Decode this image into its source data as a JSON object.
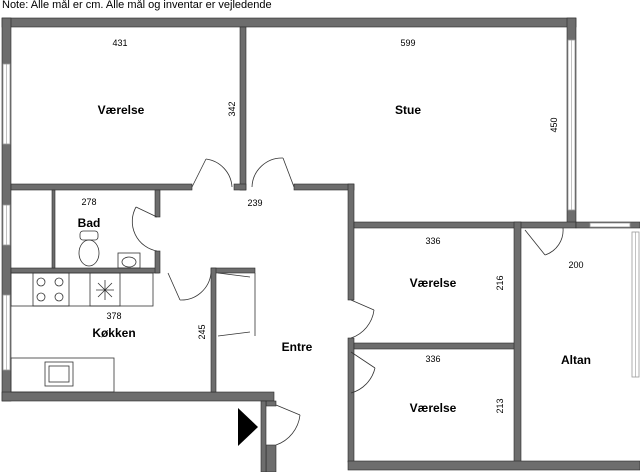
{
  "note": "Note: Alle mål er cm. Alle mål og inventar er vejledende",
  "rooms": {
    "vaerelse_top": "Værelse",
    "stue": "Stue",
    "bad": "Bad",
    "kokken": "Køkken",
    "entre": "Entre",
    "vaerelse_mid": "Værelse",
    "vaerelse_bottom": "Værelse",
    "altan": "Altan"
  },
  "dimensions": {
    "vaerelse_top_width": "431",
    "vaerelse_top_depth": "342",
    "stue_width": "599",
    "stue_depth": "450",
    "bad_width": "278",
    "hall_width": "239",
    "kokken_width": "378",
    "kokken_depth": "245",
    "vaerelse_mid_width": "336",
    "vaerelse_mid_depth": "216",
    "vaerelse_bottom_width": "336",
    "vaerelse_bottom_depth": "213",
    "altan_width": "200"
  },
  "colors": {
    "wall": "#6d6d6d",
    "wall_edge": "#2b2b2b",
    "fixture": "#333333",
    "window": "#9a9a9a",
    "counter": "#555555"
  }
}
